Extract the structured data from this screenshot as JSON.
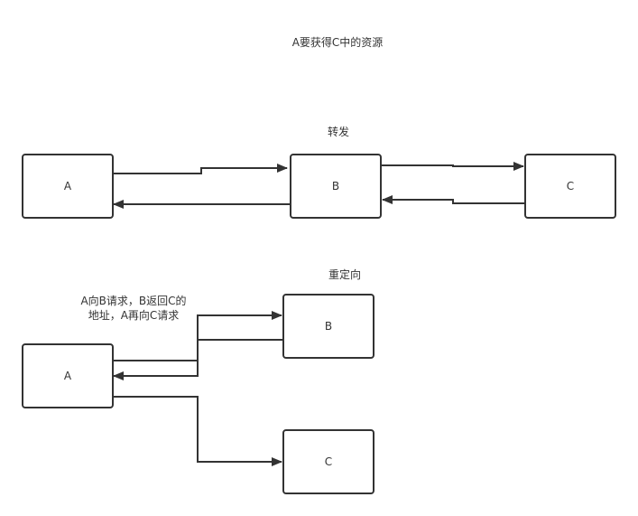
{
  "title": "A要获得C中的资源",
  "forward": {
    "heading": "转发",
    "nodes": {
      "a": "A",
      "b": "B",
      "c": "C"
    }
  },
  "redirect": {
    "heading": "重定向",
    "note_line1": "A向B请求，B返回C的",
    "note_line2": "地址，A再向C请求",
    "nodes": {
      "a": "A",
      "b": "B",
      "c": "C"
    }
  },
  "colors": {
    "stroke": "#333333",
    "background": "#ffffff"
  }
}
